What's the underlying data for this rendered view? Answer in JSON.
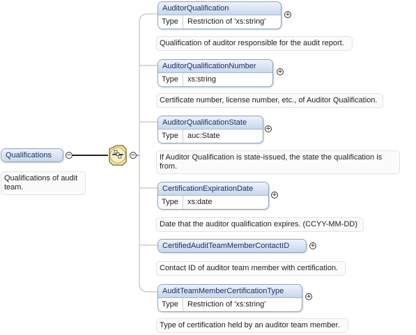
{
  "root": {
    "name": "Qualifications",
    "doc": "Qualifications of audit team."
  },
  "icons": {
    "collapse": "−",
    "expand": "+"
  },
  "children": [
    {
      "name": "AuditorQualification",
      "type_label": "Type",
      "type": "Restriction of 'xs:string'",
      "doc": "Qualification of auditor responsible for the audit report."
    },
    {
      "name": "AuditorQualificationNumber",
      "type_label": "Type",
      "type": "xs:string",
      "doc": "Certificate number, license number, etc., of Auditor Qualification."
    },
    {
      "name": "AuditorQualificationState",
      "type_label": "Type",
      "type": "auc:State",
      "doc": "If Auditor Qualification is state-issued, the state the qualification is from."
    },
    {
      "name": "CertificationExpirationDate",
      "type_label": "Type",
      "type": "xs:date",
      "doc": "Date that the auditor qualification expires. (CCYY-MM-DD)"
    },
    {
      "name": "CertifiedAuditTeamMemberContactID",
      "doc": "Contact ID of auditor team member with certification."
    },
    {
      "name": "AuditTeamMemberCertificationType",
      "type_label": "Type",
      "type": "Restriction of 'xs:string'",
      "doc": "Type of certification held by an auditor team member."
    }
  ]
}
